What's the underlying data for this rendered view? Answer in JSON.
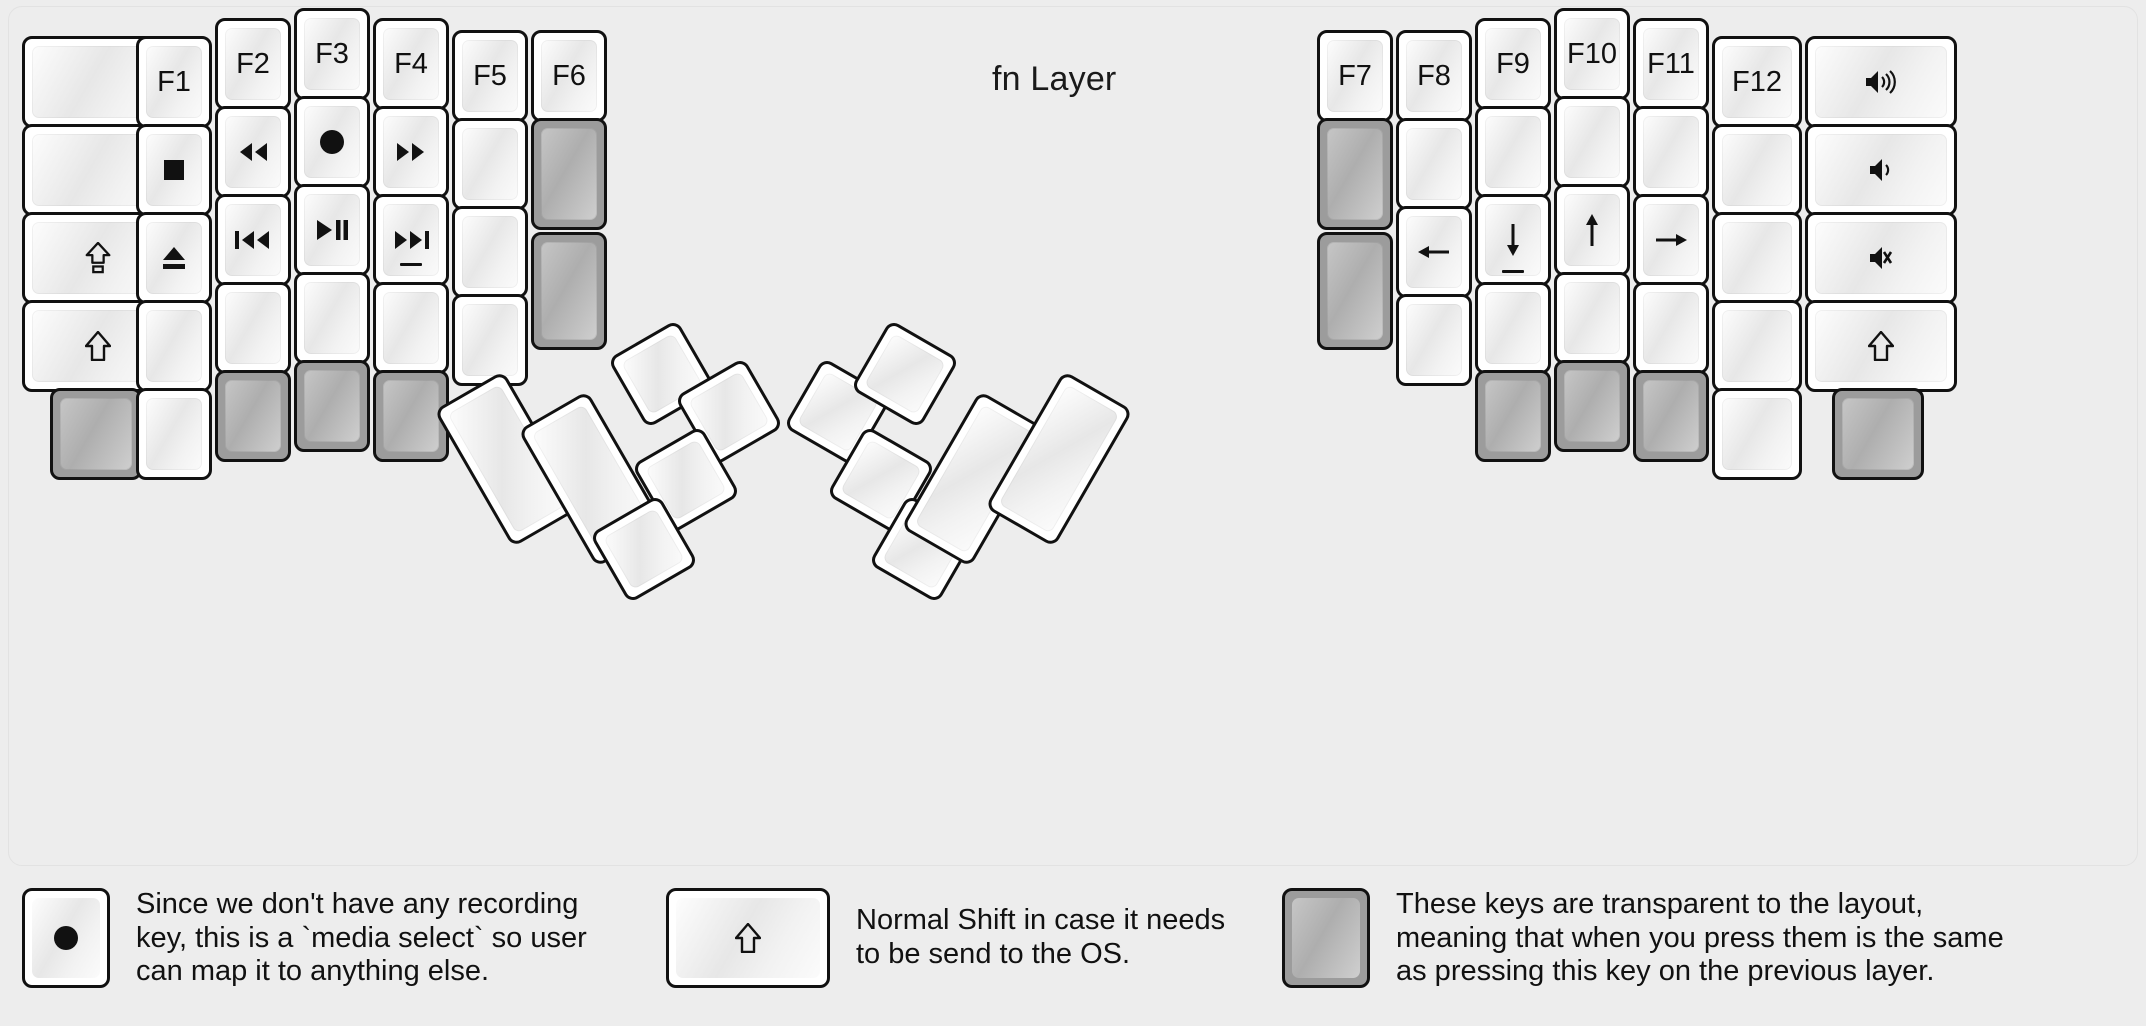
{
  "title": "fn Layer",
  "colors": {
    "background": "#ededed",
    "key_face": "#ffffff",
    "key_border": "#111111",
    "transparent_key": "#9c9c9c",
    "label": "#111111"
  },
  "left_half": {
    "keys": [
      {
        "id": "l-c1-r1",
        "label": "",
        "glyph": "",
        "state": "normal"
      },
      {
        "id": "l-c1-r2",
        "label": "",
        "glyph": "",
        "state": "normal"
      },
      {
        "id": "l-c1-r3",
        "label": "",
        "glyph": "caps-lock-icon",
        "state": "normal"
      },
      {
        "id": "l-c1-r4",
        "label": "",
        "glyph": "shift-icon",
        "state": "normal"
      },
      {
        "id": "l-c1-r5",
        "label": "",
        "glyph": "",
        "state": "transparent"
      },
      {
        "id": "l-c2-r1",
        "label": "F1",
        "glyph": "",
        "state": "normal"
      },
      {
        "id": "l-c2-r2",
        "label": "",
        "glyph": "media-stop-icon",
        "state": "normal"
      },
      {
        "id": "l-c2-r3",
        "label": "",
        "glyph": "media-eject-icon",
        "state": "normal"
      },
      {
        "id": "l-c2-r4",
        "label": "",
        "glyph": "",
        "state": "normal"
      },
      {
        "id": "l-c2-r5",
        "label": "",
        "glyph": "",
        "state": "normal"
      },
      {
        "id": "l-c3-r1",
        "label": "F2",
        "glyph": "",
        "state": "normal"
      },
      {
        "id": "l-c3-r2",
        "label": "",
        "glyph": "media-rewind-icon",
        "state": "normal"
      },
      {
        "id": "l-c3-r3",
        "label": "",
        "glyph": "media-previous-icon",
        "state": "normal"
      },
      {
        "id": "l-c3-r4",
        "label": "",
        "glyph": "",
        "state": "normal"
      },
      {
        "id": "l-c3-r5",
        "label": "",
        "glyph": "",
        "state": "transparent"
      },
      {
        "id": "l-c4-r1",
        "label": "F3",
        "glyph": "",
        "state": "normal"
      },
      {
        "id": "l-c4-r2",
        "label": "",
        "glyph": "media-record-icon",
        "state": "normal"
      },
      {
        "id": "l-c4-r3",
        "label": "",
        "glyph": "media-play-pause-icon",
        "state": "normal"
      },
      {
        "id": "l-c4-r4",
        "label": "",
        "glyph": "",
        "state": "normal"
      },
      {
        "id": "l-c4-r5",
        "label": "",
        "glyph": "",
        "state": "transparent"
      },
      {
        "id": "l-c5-r1",
        "label": "F4",
        "glyph": "",
        "state": "normal"
      },
      {
        "id": "l-c5-r2",
        "label": "",
        "glyph": "media-fast-forward-icon",
        "state": "normal"
      },
      {
        "id": "l-c5-r3",
        "label": "",
        "glyph": "media-next-icon",
        "state": "normal"
      },
      {
        "id": "l-c5-r4",
        "label": "",
        "glyph": "",
        "state": "normal"
      },
      {
        "id": "l-c5-r5",
        "label": "",
        "glyph": "",
        "state": "transparent"
      },
      {
        "id": "l-c6-r1",
        "label": "F5",
        "glyph": "",
        "state": "normal"
      },
      {
        "id": "l-c6-r2",
        "label": "",
        "glyph": "",
        "state": "normal"
      },
      {
        "id": "l-c6-r3",
        "label": "",
        "glyph": "",
        "state": "normal"
      },
      {
        "id": "l-c6-r4",
        "label": "",
        "glyph": "",
        "state": "normal"
      },
      {
        "id": "l-c7-r1",
        "label": "F6",
        "glyph": "",
        "state": "normal"
      },
      {
        "id": "l-c7-r2",
        "label": "",
        "glyph": "",
        "state": "transparent"
      },
      {
        "id": "l-c7-r3",
        "label": "",
        "glyph": "",
        "state": "transparent"
      }
    ],
    "thumb_keys": [
      {
        "id": "l-t1",
        "label": "",
        "glyph": "",
        "state": "normal"
      },
      {
        "id": "l-t2",
        "label": "",
        "glyph": "",
        "state": "normal"
      },
      {
        "id": "l-t3",
        "label": "",
        "glyph": "",
        "state": "normal"
      },
      {
        "id": "l-t4",
        "label": "",
        "glyph": "",
        "state": "normal"
      },
      {
        "id": "l-t5",
        "label": "",
        "glyph": "",
        "state": "normal"
      },
      {
        "id": "l-t6",
        "label": "",
        "glyph": "",
        "state": "normal"
      }
    ]
  },
  "right_half": {
    "keys": [
      {
        "id": "r-c1-r1",
        "label": "F7",
        "glyph": "",
        "state": "normal"
      },
      {
        "id": "r-c1-r2",
        "label": "",
        "glyph": "",
        "state": "transparent"
      },
      {
        "id": "r-c1-r3",
        "label": "",
        "glyph": "",
        "state": "transparent"
      },
      {
        "id": "r-c2-r1",
        "label": "F8",
        "glyph": "",
        "state": "normal"
      },
      {
        "id": "r-c2-r2",
        "label": "",
        "glyph": "",
        "state": "normal"
      },
      {
        "id": "r-c2-r3",
        "label": "",
        "glyph": "arrow-left-icon",
        "state": "normal"
      },
      {
        "id": "r-c2-r4",
        "label": "",
        "glyph": "",
        "state": "normal"
      },
      {
        "id": "r-c3-r1",
        "label": "F9",
        "glyph": "",
        "state": "normal"
      },
      {
        "id": "r-c3-r2",
        "label": "",
        "glyph": "",
        "state": "normal"
      },
      {
        "id": "r-c3-r3",
        "label": "",
        "glyph": "arrow-down-icon",
        "state": "normal"
      },
      {
        "id": "r-c3-r4",
        "label": "",
        "glyph": "",
        "state": "normal"
      },
      {
        "id": "r-c3-r5",
        "label": "",
        "glyph": "",
        "state": "transparent"
      },
      {
        "id": "r-c4-r1",
        "label": "F10",
        "glyph": "",
        "state": "normal"
      },
      {
        "id": "r-c4-r2",
        "label": "",
        "glyph": "",
        "state": "normal"
      },
      {
        "id": "r-c4-r3",
        "label": "",
        "glyph": "arrow-up-icon",
        "state": "normal"
      },
      {
        "id": "r-c4-r4",
        "label": "",
        "glyph": "",
        "state": "normal"
      },
      {
        "id": "r-c4-r5",
        "label": "",
        "glyph": "",
        "state": "transparent"
      },
      {
        "id": "r-c5-r1",
        "label": "F11",
        "glyph": "",
        "state": "normal"
      },
      {
        "id": "r-c5-r2",
        "label": "",
        "glyph": "",
        "state": "normal"
      },
      {
        "id": "r-c5-r3",
        "label": "",
        "glyph": "arrow-right-icon",
        "state": "normal"
      },
      {
        "id": "r-c5-r4",
        "label": "",
        "glyph": "",
        "state": "normal"
      },
      {
        "id": "r-c5-r5",
        "label": "",
        "glyph": "",
        "state": "transparent"
      },
      {
        "id": "r-c6-r1",
        "label": "F12",
        "glyph": "",
        "state": "normal"
      },
      {
        "id": "r-c6-r2",
        "label": "",
        "glyph": "",
        "state": "normal"
      },
      {
        "id": "r-c6-r3",
        "label": "",
        "glyph": "",
        "state": "normal"
      },
      {
        "id": "r-c6-r4",
        "label": "",
        "glyph": "",
        "state": "normal"
      },
      {
        "id": "r-c6-r5",
        "label": "",
        "glyph": "",
        "state": "normal"
      },
      {
        "id": "r-c7-r1",
        "label": "",
        "glyph": "volume-up-icon",
        "state": "normal"
      },
      {
        "id": "r-c7-r2",
        "label": "",
        "glyph": "volume-down-icon",
        "state": "normal"
      },
      {
        "id": "r-c7-r3",
        "label": "",
        "glyph": "volume-mute-icon",
        "state": "normal"
      },
      {
        "id": "r-c7-r4",
        "label": "",
        "glyph": "shift-icon",
        "state": "normal"
      },
      {
        "id": "r-c7-r5",
        "label": "",
        "glyph": "",
        "state": "transparent"
      }
    ],
    "thumb_keys": [
      {
        "id": "r-t1",
        "label": "",
        "glyph": "",
        "state": "normal"
      },
      {
        "id": "r-t2",
        "label": "",
        "glyph": "",
        "state": "normal"
      },
      {
        "id": "r-t3",
        "label": "",
        "glyph": "",
        "state": "normal"
      },
      {
        "id": "r-t4",
        "label": "",
        "glyph": "",
        "state": "normal"
      },
      {
        "id": "r-t5",
        "label": "",
        "glyph": "",
        "state": "normal"
      },
      {
        "id": "r-t6",
        "label": "",
        "glyph": "",
        "state": "normal"
      }
    ]
  },
  "legend": [
    {
      "icon": "media-record-icon",
      "state": "normal",
      "text": "Since we don't have any recording\nkey, this is a `media select` so user\ncan map it to anything else."
    },
    {
      "icon": "shift-icon",
      "state": "normal",
      "text": "Normal Shift in case it needs\nto be send to the OS."
    },
    {
      "icon": "",
      "state": "transparent",
      "text": "These keys are transparent to the layout,\nmeaning that when you press them is the same\nas pressing this key on the previous layer."
    }
  ]
}
